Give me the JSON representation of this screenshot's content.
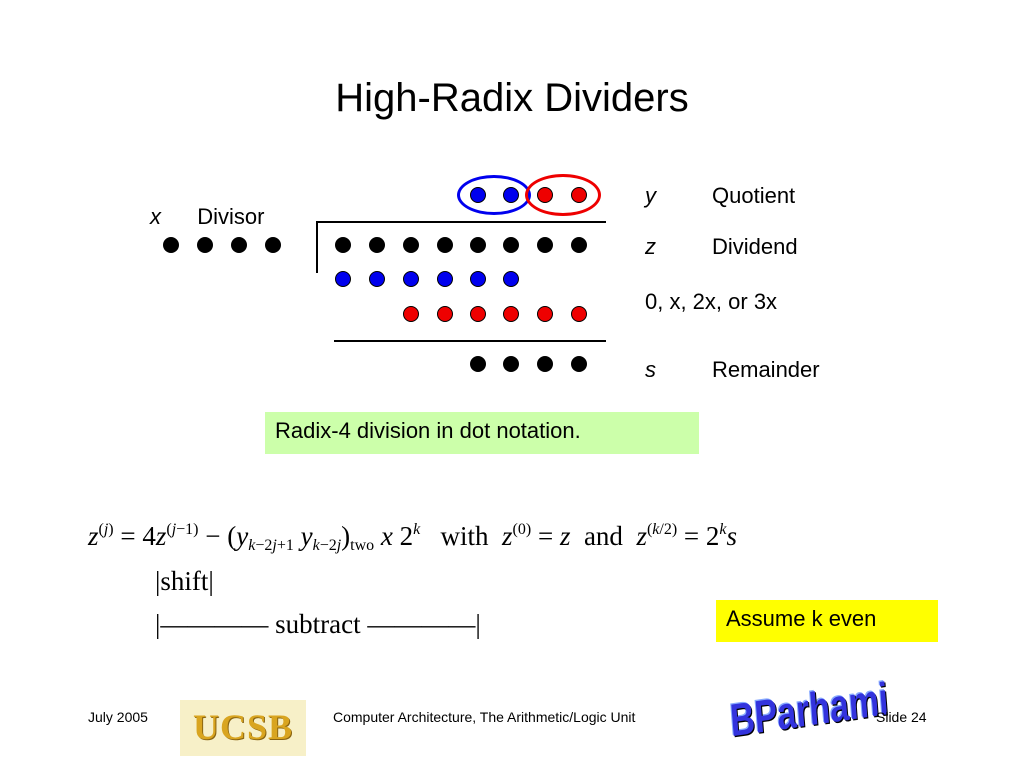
{
  "slide": {
    "title": "High-Radix Dividers",
    "slide_number": "Slide 24"
  },
  "diagram": {
    "divisor": {
      "symbol": "x",
      "label": "Divisor"
    },
    "rows": [
      {
        "symbol": "y",
        "label": "Quotient"
      },
      {
        "symbol": "z",
        "label": "Dividend"
      },
      {
        "label": "0, x, 2x, or 3x"
      },
      {
        "symbol": "s",
        "label": "Remainder"
      }
    ],
    "caption": "Radix-4 division in dot notation.",
    "colors": {
      "blue": "#0000ee",
      "red": "#ee0000",
      "caption_bg": "#ccffaa"
    }
  },
  "formula": {
    "shift_label": "|shift|",
    "subtract_label": "|———— subtract ————|",
    "note": "Assume k even"
  },
  "footer": {
    "date": "July 2005",
    "course": "Computer Architecture, The Arithmetic/Logic Unit",
    "logo_ucsb": "UCSB",
    "logo_signature": "BParhami"
  }
}
